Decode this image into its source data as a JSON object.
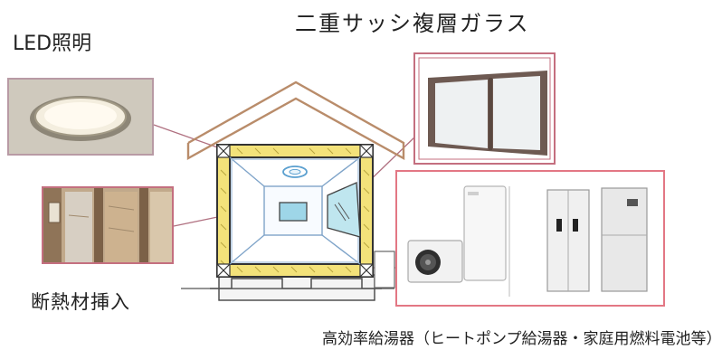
{
  "labels": {
    "double_sash_glass": "二重サッシ複層ガラス",
    "led_lighting": "LED照明",
    "insulation": "断熱材挿入",
    "water_heater": "高効率給湯器（ヒートポンプ給湯器・家庭用燃料電池等）"
  },
  "colors": {
    "roof_outline": "#b98c6a",
    "insulation_fill": "#f2e27a",
    "frame": "#333333",
    "leader_line": "#b07080",
    "photo_border": "#c46f7f",
    "equipment_border": "#e37784",
    "window_frame": "#6e5a52"
  }
}
